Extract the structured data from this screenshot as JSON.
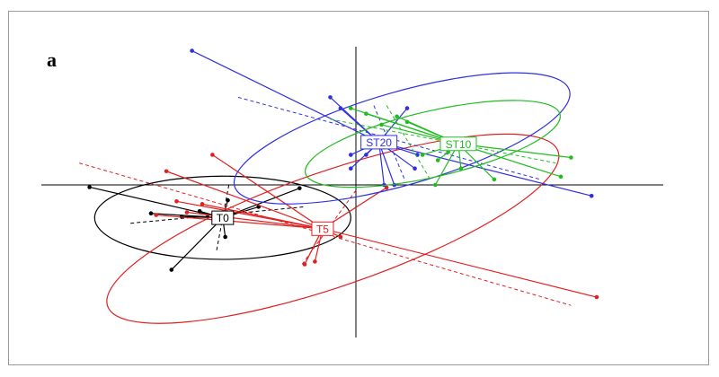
{
  "panel_label": "a",
  "chart_data": {
    "type": "scatter",
    "subtype": "spider-ellipse-ordination",
    "title": "",
    "xlabel": "",
    "ylabel": "",
    "xlim": [
      -6.2,
      6.2
    ],
    "ylim": [
      -3.0,
      2.65
    ],
    "axes_lines_through_origin": true,
    "grid": false,
    "groups": [
      {
        "name": "T0",
        "color": "#000000",
        "centroid": [
          -2.6,
          -0.6
        ],
        "ellipse": {
          "center": [
            -2.6,
            -0.6
          ],
          "rx": 2.5,
          "ry": 0.76,
          "angle_deg": 0
        },
        "axes": [
          [
            -4.4,
            -0.7,
            -1.0,
            -0.4
          ],
          [
            -2.48,
            -0.0,
            -2.72,
            -1.2
          ]
        ],
        "points": [
          [
            -5.2,
            -0.04
          ],
          [
            -4.0,
            -0.52
          ],
          [
            -3.4,
            -0.58
          ],
          [
            -3.05,
            -0.48
          ],
          [
            -2.5,
            -0.28
          ],
          [
            -2.55,
            -0.95
          ],
          [
            -1.9,
            -0.4
          ],
          [
            -1.1,
            -0.06
          ],
          [
            -3.6,
            -1.55
          ]
        ]
      },
      {
        "name": "T5",
        "color": "#e02020",
        "centroid": [
          -0.65,
          -0.8
        ],
        "ellipse": {
          "center": [
            -0.45,
            -0.8
          ],
          "rx": 4.65,
          "ry": 1.05,
          "angle_deg": -19
        },
        "axes": [
          [
            -5.4,
            0.4,
            4.2,
            -2.2
          ],
          [
            -1.05,
            -1.45,
            0.0,
            -0.1
          ]
        ],
        "points": [
          [
            -3.7,
            0.25
          ],
          [
            -3.5,
            -0.3
          ],
          [
            -3.0,
            -0.35
          ],
          [
            -3.3,
            -0.5
          ],
          [
            -3.9,
            -0.55
          ],
          [
            -2.8,
            0.55
          ],
          [
            -1.0,
            -1.45
          ],
          [
            -0.8,
            -1.4
          ],
          [
            -0.3,
            -0.95
          ],
          [
            0.6,
            -0.05
          ],
          [
            4.7,
            -2.05
          ]
        ]
      },
      {
        "name": "ST20",
        "color": "#3030e0",
        "centroid": [
          0.45,
          0.78
        ],
        "ellipse": {
          "center": [
            0.9,
            0.85
          ],
          "rx": 3.4,
          "ry": 0.85,
          "angle_deg": -16
        },
        "axes": [
          [
            -2.3,
            1.6,
            3.6,
            0.1
          ],
          [
            0.35,
            1.45,
            0.95,
            0.1
          ]
        ],
        "points": [
          [
            -3.2,
            2.45
          ],
          [
            -0.5,
            1.6
          ],
          [
            -0.3,
            1.4
          ],
          [
            -0.1,
            0.55
          ],
          [
            0.2,
            0.55
          ],
          [
            -0.1,
            0.3
          ],
          [
            0.55,
            0.0
          ],
          [
            0.75,
            0.0
          ],
          [
            1.0,
            1.4
          ],
          [
            1.2,
            0.55
          ],
          [
            1.15,
            0.3
          ],
          [
            4.6,
            -0.2
          ]
        ]
      },
      {
        "name": "ST10",
        "color": "#22bb22",
        "centroid": [
          2.0,
          0.75
        ],
        "ellipse": {
          "center": [
            1.5,
            0.75
          ],
          "rx": 2.55,
          "ry": 0.6,
          "angle_deg": -13
        },
        "axes": [
          [
            -0.5,
            1.2,
            3.9,
            0.4
          ],
          [
            0.6,
            1.45,
            1.45,
            0.1
          ]
        ],
        "points": [
          [
            -0.1,
            1.4
          ],
          [
            0.2,
            1.3
          ],
          [
            0.5,
            1.1
          ],
          [
            0.8,
            1.25
          ],
          [
            1.0,
            1.15
          ],
          [
            1.3,
            0.55
          ],
          [
            1.6,
            0.45
          ],
          [
            1.8,
            0.6
          ],
          [
            2.05,
            0.3
          ],
          [
            1.55,
            0.0
          ],
          [
            2.7,
            0.1
          ],
          [
            4.2,
            0.5
          ],
          [
            4.0,
            0.15
          ]
        ]
      }
    ]
  }
}
